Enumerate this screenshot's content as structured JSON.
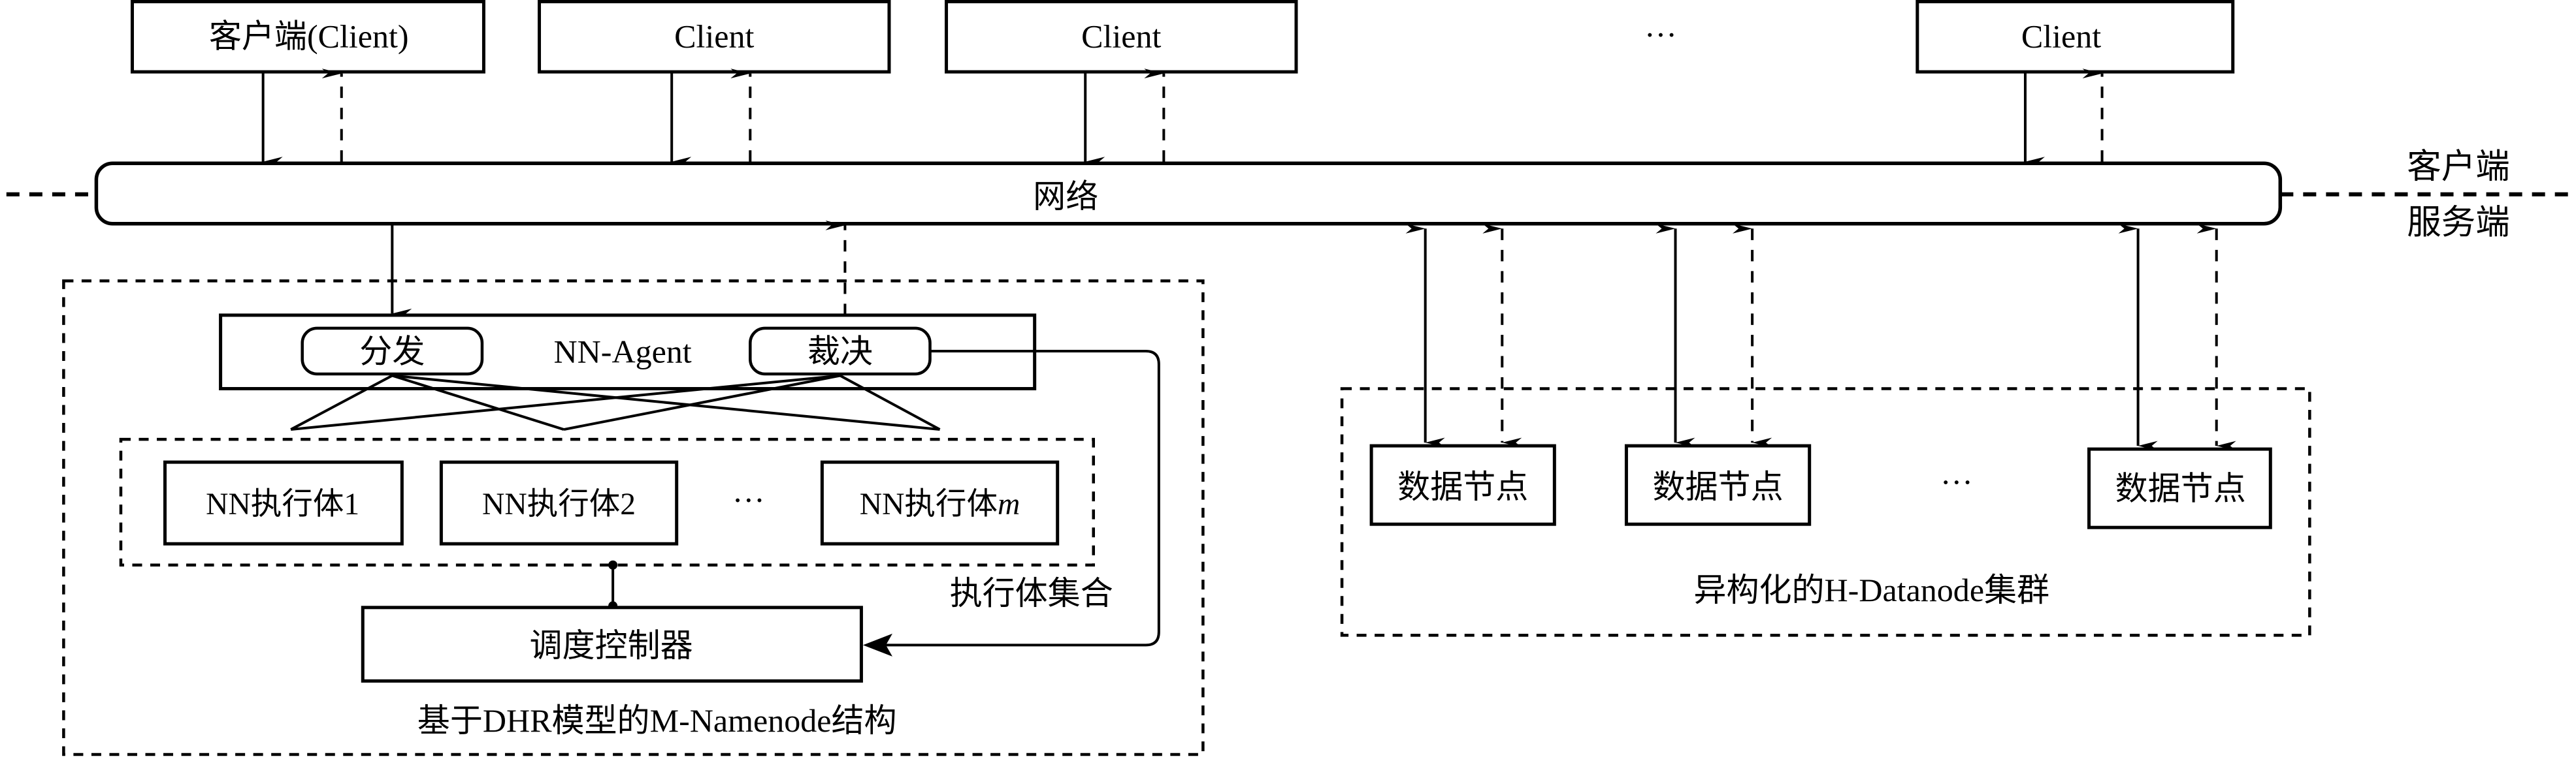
{
  "diagram": {
    "clients": [
      {
        "label": "客户端(Client)"
      },
      {
        "label": "Client"
      },
      {
        "label": "Client"
      },
      {
        "label": "Client"
      }
    ],
    "clients_ellipsis": "···",
    "network_label": "网络",
    "boundary_labels": {
      "top": "客户端",
      "bottom": "服务端"
    },
    "namenode": {
      "agent_label": "NN-Agent",
      "distribute_label": "分发",
      "vote_label": "裁决",
      "executors": [
        {
          "label": "NN执行体1"
        },
        {
          "label": "NN执行体2"
        },
        {
          "label": "NN执行体",
          "suffix": "m"
        }
      ],
      "executors_ellipsis": "···",
      "executor_set_label": "执行体集合",
      "scheduler_label": "调度控制器",
      "group_label": "基于DHR模型的M-Namenode结构"
    },
    "datanodes": {
      "nodes": [
        {
          "label": "数据节点"
        },
        {
          "label": "数据节点"
        },
        {
          "label": "数据节点"
        }
      ],
      "ellipsis": "···",
      "group_label": "异构化的H-Datanode集群"
    }
  }
}
